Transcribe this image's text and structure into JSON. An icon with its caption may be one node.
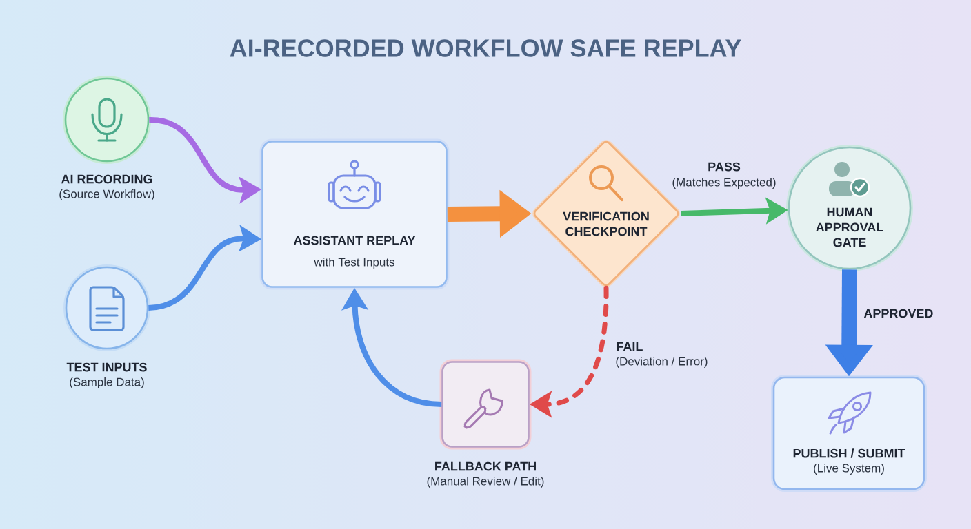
{
  "diagram": {
    "title": "AI-RECORDED WORKFLOW SAFE REPLAY",
    "nodes": [
      {
        "text": [
          "AI RECORDING",
          "(Source Workflow)"
        ]
      },
      {
        "text": [
          "TEST INPUTS",
          "(Sample Data)"
        ]
      },
      {
        "text": [
          "ASSISTANT REPLAY",
          "with Test Inputs"
        ]
      },
      {
        "text": [
          "VERIFICATION CHECKPOINT"
        ]
      },
      {
        "text": [
          "HUMAN APPROVAL GATE"
        ]
      },
      {
        "text": [
          "FALLBACK PATH",
          "(Manual Review / Edit)"
        ]
      },
      {
        "text": [
          "PUBLISH / SUBMIT",
          "(Live System)"
        ]
      }
    ],
    "edges": [
      {
        "from": 0,
        "to": 2,
        "arrow": "to",
        "color": "#a66be3"
      },
      {
        "from": 1,
        "to": 2,
        "arrow": "to"
      },
      {
        "from": 2,
        "to": 3,
        "arrow": "to",
        "style": "thick",
        "color": "#f4913f"
      },
      {
        "from": 3,
        "to": 4,
        "arrow": "to",
        "label": "PASS",
        "color": "#47b96a"
      },
      {
        "from": 4,
        "to": 6,
        "arrow": "to",
        "label": "APPROVED",
        "style": "thick",
        "color": "#3d7fe6"
      },
      {
        "from": 3,
        "to": 5,
        "arrow": "to",
        "label": "FAIL",
        "style": "dashed",
        "color": "#e04a4a"
      },
      {
        "from": 5,
        "to": 2,
        "arrow": "to"
      }
    ],
    "labels": [
      "(Matches Expected)",
      "(Deviation / Error)"
    ]
  }
}
